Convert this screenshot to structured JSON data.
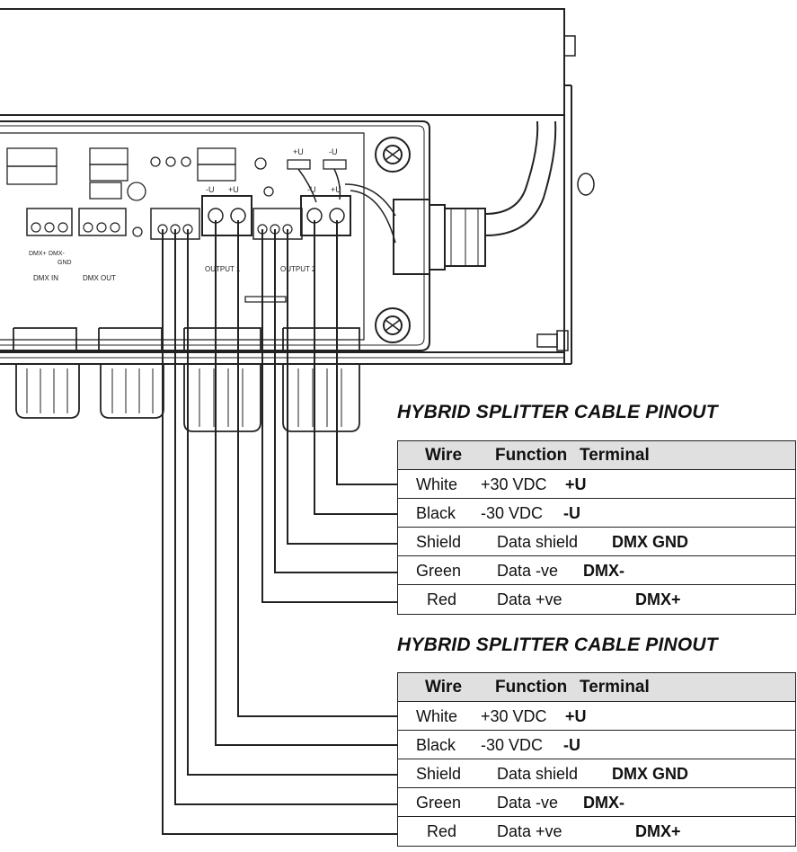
{
  "device": {
    "terminal_labels": {
      "plus_u": "+U",
      "minus_u": "-U",
      "dmx_in": "DMX IN",
      "dmx_out": "DMX OUT",
      "output_1": "OUTPUT 1",
      "output_2": "OUTPUT 2",
      "dmx_plus": "DMX+",
      "dmx_minus": "DMX-",
      "gnd": "GND"
    }
  },
  "tables": [
    {
      "heading": "HYBRID SPLITTER CABLE PINOUT",
      "header": {
        "wire": "Wire",
        "function": "Function",
        "terminal": "Terminal"
      },
      "rows": [
        {
          "wire": "White",
          "function": "+30 VDC",
          "terminal": "+U"
        },
        {
          "wire": "Black",
          "function": "-30 VDC",
          "terminal": "-U"
        },
        {
          "wire": "Shield",
          "function": "Data shield",
          "terminal": "DMX GND"
        },
        {
          "wire": "Green",
          "function": "Data -ve",
          "terminal": "DMX-"
        },
        {
          "wire": "Red",
          "function": "Data +ve",
          "terminal": "DMX+"
        }
      ]
    },
    {
      "heading": "HYBRID SPLITTER CABLE PINOUT",
      "header": {
        "wire": "Wire",
        "function": "Function",
        "terminal": "Terminal"
      },
      "rows": [
        {
          "wire": "White",
          "function": "+30 VDC",
          "terminal": "+U"
        },
        {
          "wire": "Black",
          "function": "-30 VDC",
          "terminal": "-U"
        },
        {
          "wire": "Shield",
          "function": "Data shield",
          "terminal": "DMX GND"
        },
        {
          "wire": "Green",
          "function": "Data -ve",
          "terminal": "DMX-"
        },
        {
          "wire": "Red",
          "function": "Data +ve",
          "terminal": "DMX+"
        }
      ]
    }
  ]
}
